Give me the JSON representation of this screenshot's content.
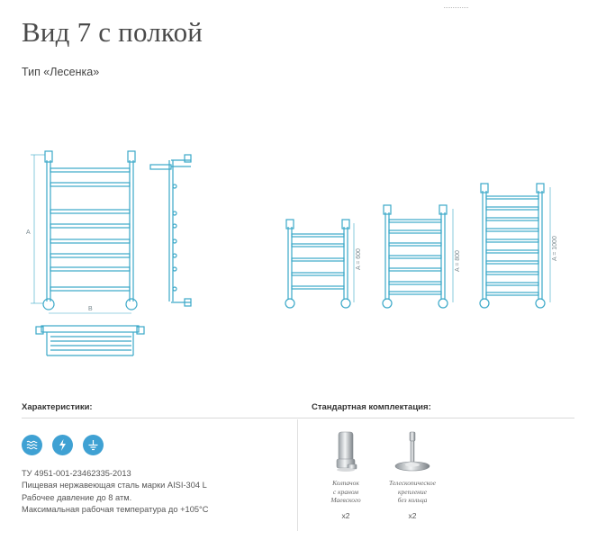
{
  "page": {
    "title": "Вид 7 с полкой",
    "subtitle": "Тип «Лесенка»"
  },
  "diagram": {
    "dim_labels": [
      "A",
      "B"
    ],
    "sizes": [
      "A = 600",
      "A = 800",
      "A = 1000"
    ]
  },
  "characteristics": {
    "heading": "Характеристики:",
    "icons": [
      "water-waves-icon",
      "lightning-icon",
      "ground-icon"
    ],
    "lines": [
      "ТУ 4951-001-23462335-2013",
      "Пищевая нержавеющая сталь марки AISI-304 L",
      "Рабочее давление до 8 атм.",
      "Максимальная рабочая температура до +105°С"
    ]
  },
  "kit": {
    "heading": "Стандартная комплектация:",
    "items": [
      {
        "icon": "valve-cap-icon",
        "lines": [
          "Колпачок",
          "с краном",
          "Маевского"
        ],
        "qty": "x2"
      },
      {
        "icon": "telescopic-mount-icon",
        "lines": [
          "Телескопическое",
          "крепление",
          "без кольца"
        ],
        "qty": "x2"
      }
    ]
  },
  "colors": {
    "accent": "#3fa1d3",
    "drawing": "#3aa8c8",
    "text": "#4a4a4a"
  }
}
